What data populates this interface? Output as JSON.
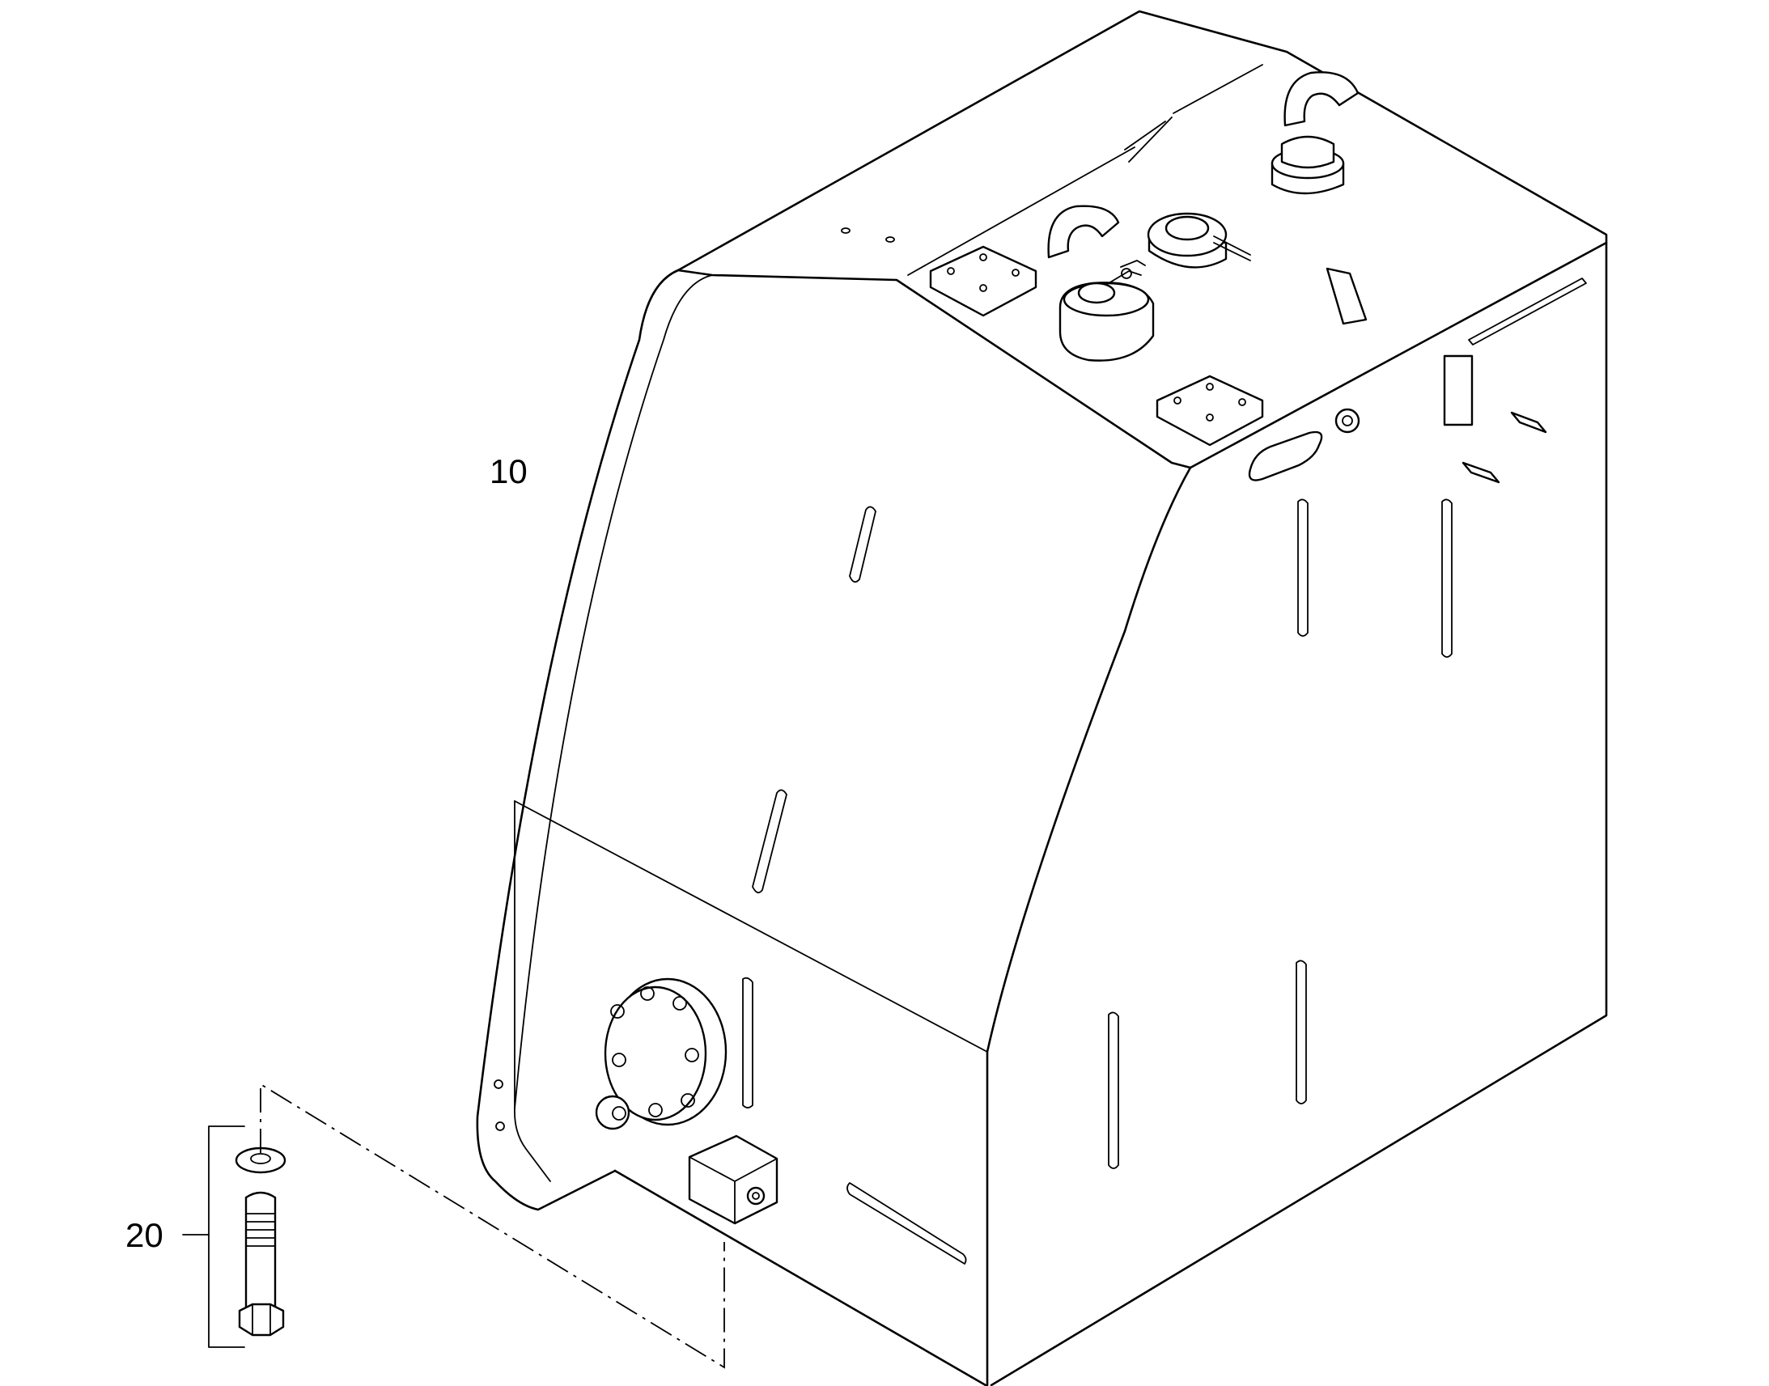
{
  "callouts": [
    {
      "id": "tank",
      "label": "10"
    },
    {
      "id": "bolt-set",
      "label": "20"
    }
  ]
}
